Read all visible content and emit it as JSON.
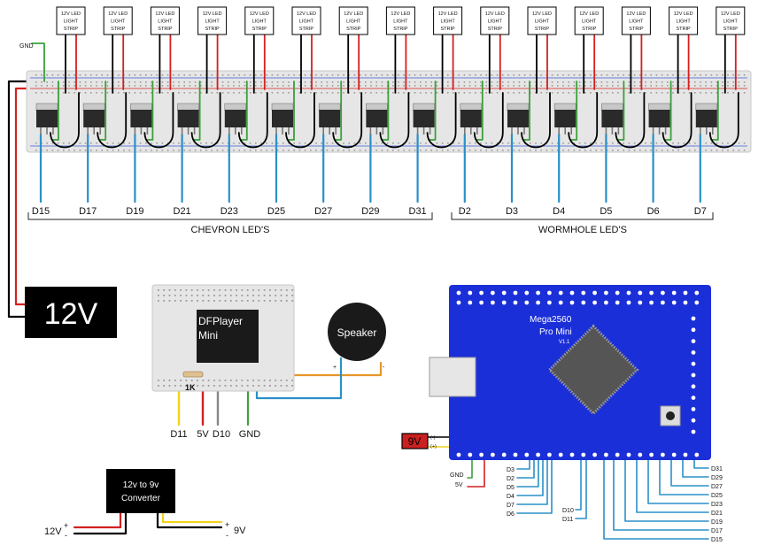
{
  "strip_label": [
    "12V LED",
    "LIGHT",
    "STRIP"
  ],
  "chevron_pins": [
    "D15",
    "D17",
    "D19",
    "D21",
    "D23",
    "D25",
    "D27",
    "D29",
    "D31"
  ],
  "wormhole_pins": [
    "D2",
    "D3",
    "D4",
    "D5",
    "D6",
    "D7"
  ],
  "group_labels": {
    "chevron": "CHEVRON LED'S",
    "wormhole": "WORMHOLE LED'S"
  },
  "gnd_label": "GND",
  "power_12v": "12V",
  "dfplayer": {
    "line1": "DFPlayer",
    "line2": "Mini",
    "resistor": "1K",
    "pins": [
      "D11",
      "5V",
      "D10",
      "GND"
    ]
  },
  "speaker": {
    "label": "Speaker",
    "plus": "+",
    "minus": "-"
  },
  "mega": {
    "line1": "Mega2560",
    "line2": "Pro Mini",
    "version": "V1.1"
  },
  "battery_9v": {
    "label": "9V",
    "neg": "(-)",
    "pos": "(+)"
  },
  "mega_power_labels": [
    "GND",
    "5V"
  ],
  "mega_left_pins": [
    "D3",
    "D2",
    "D5",
    "D4",
    "D7",
    "D6"
  ],
  "mega_mid_pins": [
    "D10",
    "D11"
  ],
  "mega_right_pins": [
    "D31",
    "D29",
    "D27",
    "D25",
    "D23",
    "D21",
    "D19",
    "D17",
    "D15"
  ],
  "converter": {
    "line1": "12v to 9v",
    "line2": "Converter",
    "in_label": "12V",
    "out_label": "9V",
    "plus": "+",
    "minus": "-"
  },
  "colors": {
    "wire_black": "#000000",
    "wire_red": "#d42020",
    "wire_green": "#3aa03a",
    "wire_blue": "#2a90c8",
    "wire_yellow": "#f2d21a",
    "wire_orange": "#e8962a",
    "wire_gray": "#888888",
    "board_blue": "#1b2fd8",
    "breadboard": "#e6e6e6"
  }
}
